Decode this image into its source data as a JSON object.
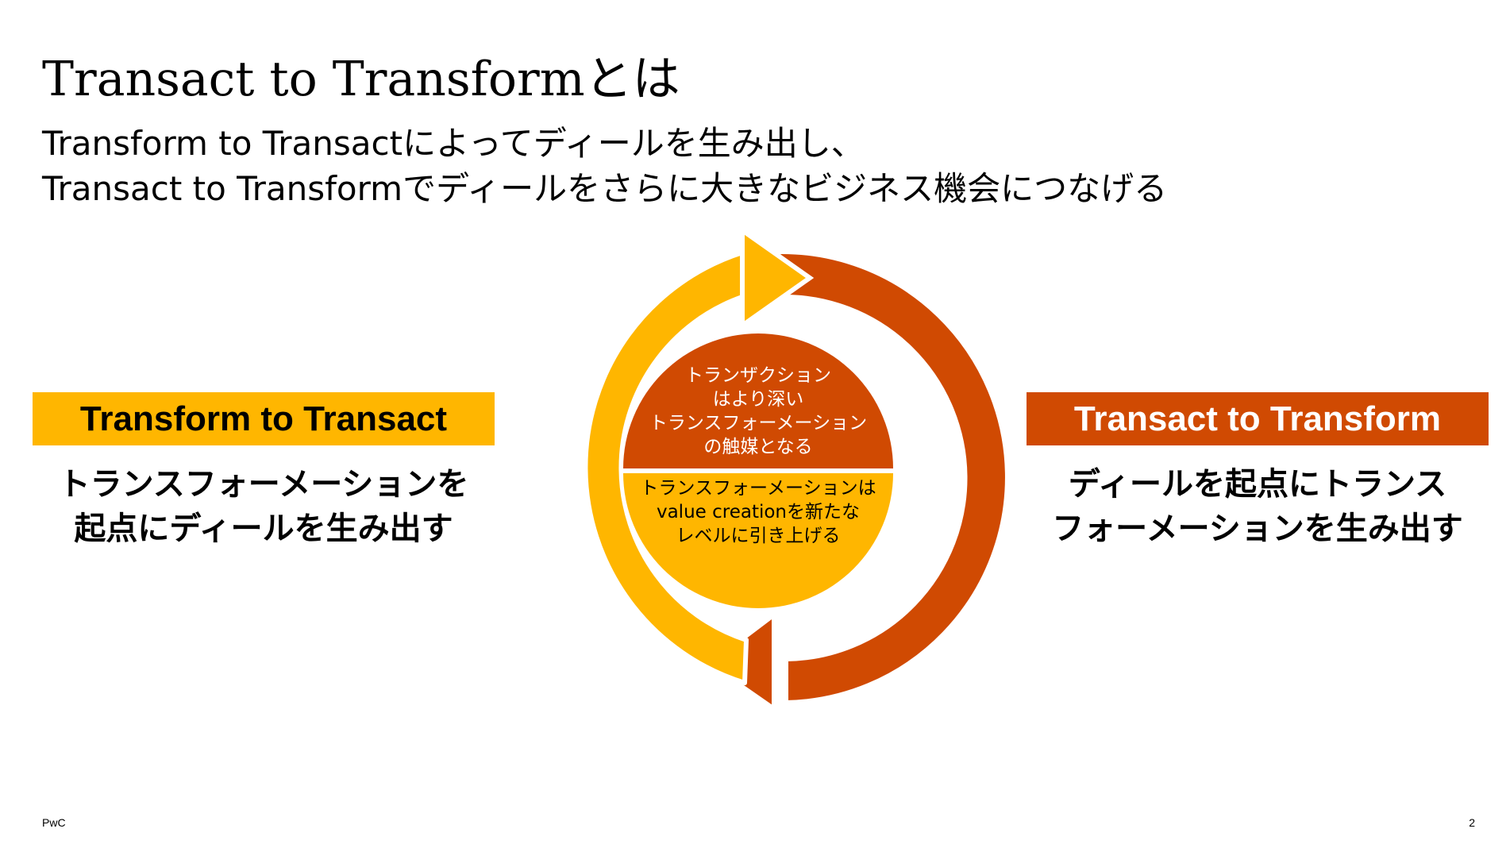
{
  "slide": {
    "title": "Transact to Transformとは",
    "subtitle_line1": "Transform to Transactによってディールを生み出し、",
    "subtitle_line2": "Transact to Transformでディールをさらに大きなビジネス機会につなげる"
  },
  "left": {
    "label": "Transform to Transact",
    "desc_line1": "トランスフォーメーションを",
    "desc_line2": "起点にディールを生み出す"
  },
  "right": {
    "label": "Transact to Transform",
    "desc_line1": "ディールを起点にトランス",
    "desc_line2": "フォーメーションを生み出す"
  },
  "center": {
    "top_lines": [
      "トランザクション",
      "はより深い",
      "トランスフォーメーション",
      "の触媒となる"
    ],
    "bottom_lines": [
      "トランスフォーメーションは",
      "value creationを新たな",
      "レベルに引き上げる"
    ]
  },
  "footer": {
    "brand": "PwC",
    "page_number": "2"
  },
  "colors": {
    "yellow": "#FFB600",
    "orange": "#D04A02"
  }
}
